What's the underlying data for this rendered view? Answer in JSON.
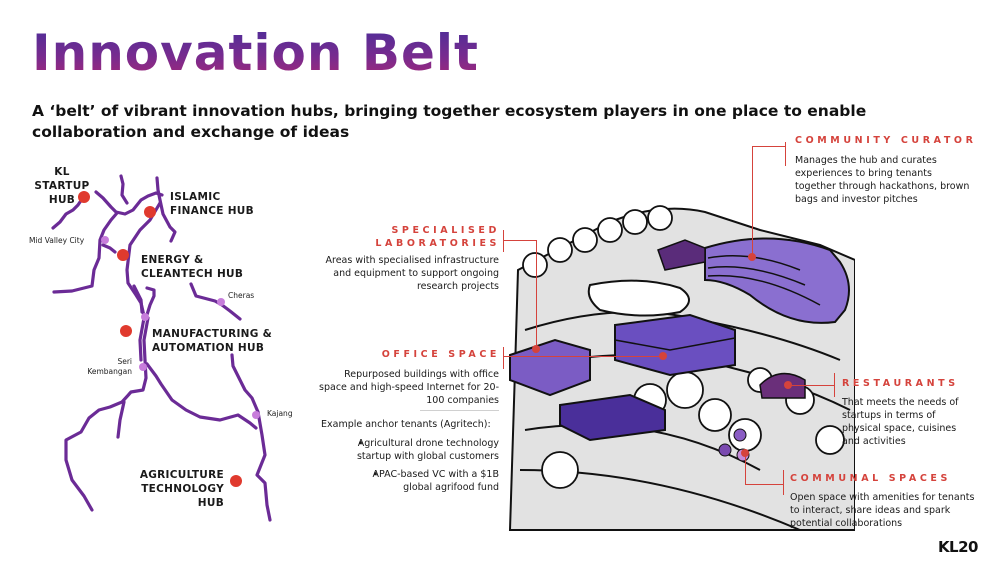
{
  "header": {
    "title": "Innovation Belt",
    "subtitle": "A ‘belt’ of vibrant innovation hubs, bringing together ecosystem players in one place to enable collaboration and exchange of ideas"
  },
  "map": {
    "hubs": [
      {
        "name": "KL STARTUP HUB",
        "line1": "KL STARTUP",
        "line2": "HUB"
      },
      {
        "name": "ISLAMIC FINANCE HUB",
        "line1": "ISLAMIC",
        "line2": "FINANCE HUB"
      },
      {
        "name": "ENERGY & CLEANTECH HUB",
        "line1": "ENERGY &",
        "line2": "CLEANTECH HUB"
      },
      {
        "name": "MANUFACTURING & AUTOMATION HUB",
        "line1": "MANUFACTURING &",
        "line2": "AUTOMATION HUB"
      },
      {
        "name": "AGRICULTURE TECHNOLOGY HUB",
        "line1": "AGRICULTURE",
        "line2": "TECHNOLOGY HUB"
      }
    ],
    "places": [
      {
        "name": "Mid Valley City"
      },
      {
        "name": "Cheras"
      },
      {
        "name": "Seri",
        "line2": "Kembangan"
      },
      {
        "name": "Kajang"
      }
    ],
    "colors": {
      "road": "#6b2b96",
      "hub_dot": "#e03a2e",
      "place_dot": "#c77ddb"
    }
  },
  "callouts": {
    "specialised_labs": {
      "heading_line1": "SPECIALISED",
      "heading_line2": "LABORATORIES",
      "text": "Areas with specialised infrastructure and equipment to support ongoing research projects"
    },
    "office_space": {
      "heading": "OFFICE SPACE",
      "text": "Repurposed buildings with office space and high-speed Internet for 20-100 companies",
      "anchor_heading": "Example anchor tenants (Agritech):",
      "anchors": [
        "Agricultural drone technology startup with global customers",
        "APAC-based VC with a $1B global agrifood fund"
      ]
    },
    "community_curator": {
      "heading": "COMMUNITY CURATOR",
      "text": "Manages the hub and curates experiences to bring tenants together through hackathons, brown bags and investor pitches"
    },
    "restaurants": {
      "heading": "RESTAURANTS",
      "text": "That meets the needs of startups in terms of physical space, cuisines and activities"
    },
    "communal_spaces": {
      "heading": "COMMUNAL SPACES",
      "text": "Open space with amenities for tenants to interact, share ideas and spark potential collaborations"
    }
  },
  "theme": {
    "accent": "#d5433c",
    "purple": "#6b3fa0"
  },
  "footer": {
    "logo": "KL20"
  }
}
